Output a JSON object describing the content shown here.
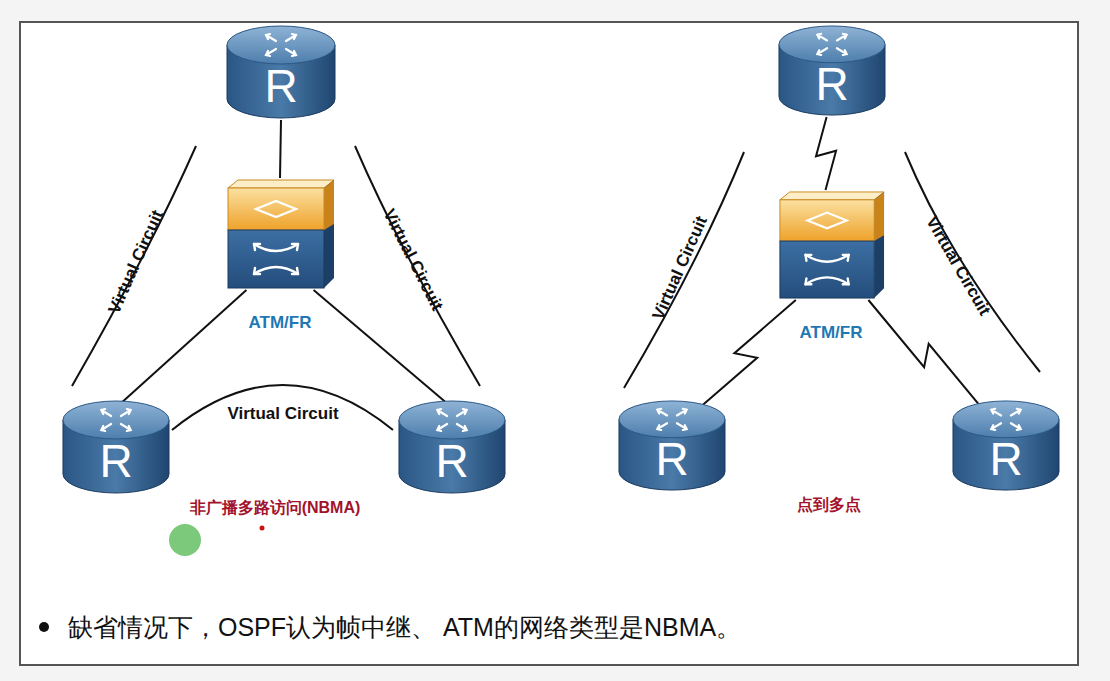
{
  "diagram": {
    "nodes": [
      {
        "text": [
          "R"
        ]
      },
      {
        "text": [
          "ATM/FR"
        ]
      },
      {
        "text": [
          "R"
        ]
      },
      {
        "text": [
          "R"
        ]
      },
      {
        "text": [
          "R"
        ]
      },
      {
        "text": [
          "ATM/FR"
        ]
      },
      {
        "text": [
          "R"
        ]
      },
      {
        "text": [
          "R"
        ]
      }
    ],
    "edges": [
      {
        "from": 0,
        "to": 1,
        "arrow": "none"
      },
      {
        "from": 1,
        "to": 2,
        "arrow": "none"
      },
      {
        "from": 1,
        "to": 3,
        "arrow": "none"
      },
      {
        "from": 4,
        "to": 5,
        "arrow": "none"
      },
      {
        "from": 5,
        "to": 6,
        "arrow": "none"
      },
      {
        "from": 5,
        "to": 7,
        "arrow": "none"
      }
    ],
    "labels": [
      "Virtual Circuit",
      "Virtual Circuit",
      "Virtual Circuit",
      "Virtual Circuit",
      "Virtual Circuit",
      "非广播多路访问(NBMA)",
      "点到多点",
      "缺省情况下，OSPF认为帧中继、 ATM的网络类型是NBMA。"
    ]
  }
}
